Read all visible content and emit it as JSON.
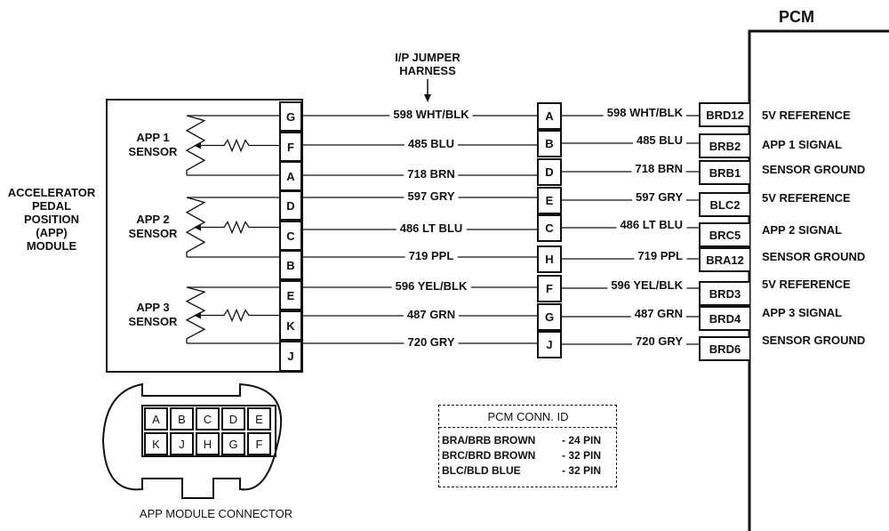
{
  "pcm_title": "PCM",
  "harness_label": [
    "I/P JUMPER",
    "HARNESS"
  ],
  "module_label": [
    "ACCELERATOR",
    "PEDAL",
    "POSITION",
    "(APP)",
    "MODULE"
  ],
  "sensors": [
    {
      "line1": "APP 1",
      "line2": "SENSOR"
    },
    {
      "line1": "APP 2",
      "line2": "SENSOR"
    },
    {
      "line1": "APP 3",
      "line2": "SENSOR"
    }
  ],
  "module_pins": [
    "G",
    "F",
    "A",
    "D",
    "C",
    "B",
    "E",
    "K",
    "J"
  ],
  "circuits": [
    {
      "left_wire": "598 WHT/BLK",
      "jumper_pin": "A",
      "right_wire": "598 WHT/BLK",
      "pcm_pin": "BRD12",
      "function": "5V REFERENCE"
    },
    {
      "left_wire": "485 BLU",
      "jumper_pin": "B",
      "right_wire": "485 BLU",
      "pcm_pin": "BRB2",
      "function": "APP 1 SIGNAL"
    },
    {
      "left_wire": "718 BRN",
      "jumper_pin": "D",
      "right_wire": "718 BRN",
      "pcm_pin": "BRB1",
      "function": "SENSOR GROUND"
    },
    {
      "left_wire": "597 GRY",
      "jumper_pin": "E",
      "right_wire": "597 GRY",
      "pcm_pin": "BLC2",
      "function": "5V REFERENCE"
    },
    {
      "left_wire": "486 LT BLU",
      "jumper_pin": "C",
      "right_wire": "486 LT BLU",
      "pcm_pin": "BRC5",
      "function": "APP 2 SIGNAL"
    },
    {
      "left_wire": "719 PPL",
      "jumper_pin": "H",
      "right_wire": "719 PPL",
      "pcm_pin": "BRA12",
      "function": "SENSOR GROUND"
    },
    {
      "left_wire": "596 YEL/BLK",
      "jumper_pin": "F",
      "right_wire": "596 YEL/BLK",
      "pcm_pin": "BRD3",
      "function": "5V REFERENCE"
    },
    {
      "left_wire": "487 GRN",
      "jumper_pin": "G",
      "right_wire": "487 GRN",
      "pcm_pin": "BRD4",
      "function": "APP 3 SIGNAL"
    },
    {
      "left_wire": "720 GRY",
      "jumper_pin": "J",
      "right_wire": "720 GRY",
      "pcm_pin": "BRD6",
      "function": "SENSOR GROUND"
    }
  ],
  "connector": {
    "top_row": [
      "A",
      "B",
      "C",
      "D",
      "E"
    ],
    "bottom_row": [
      "K",
      "J",
      "H",
      "G",
      "F"
    ],
    "caption": "APP MODULE CONNECTOR"
  },
  "pcm_conn_id": {
    "title": "PCM CONN. ID",
    "rows": [
      {
        "name": "BRA/BRB BROWN",
        "pins": "-  24 PIN"
      },
      {
        "name": "BRC/BRD BROWN",
        "pins": "-  32 PIN"
      },
      {
        "name": "BLC/BLD BLUE",
        "pins": "-  32 PIN"
      }
    ]
  }
}
